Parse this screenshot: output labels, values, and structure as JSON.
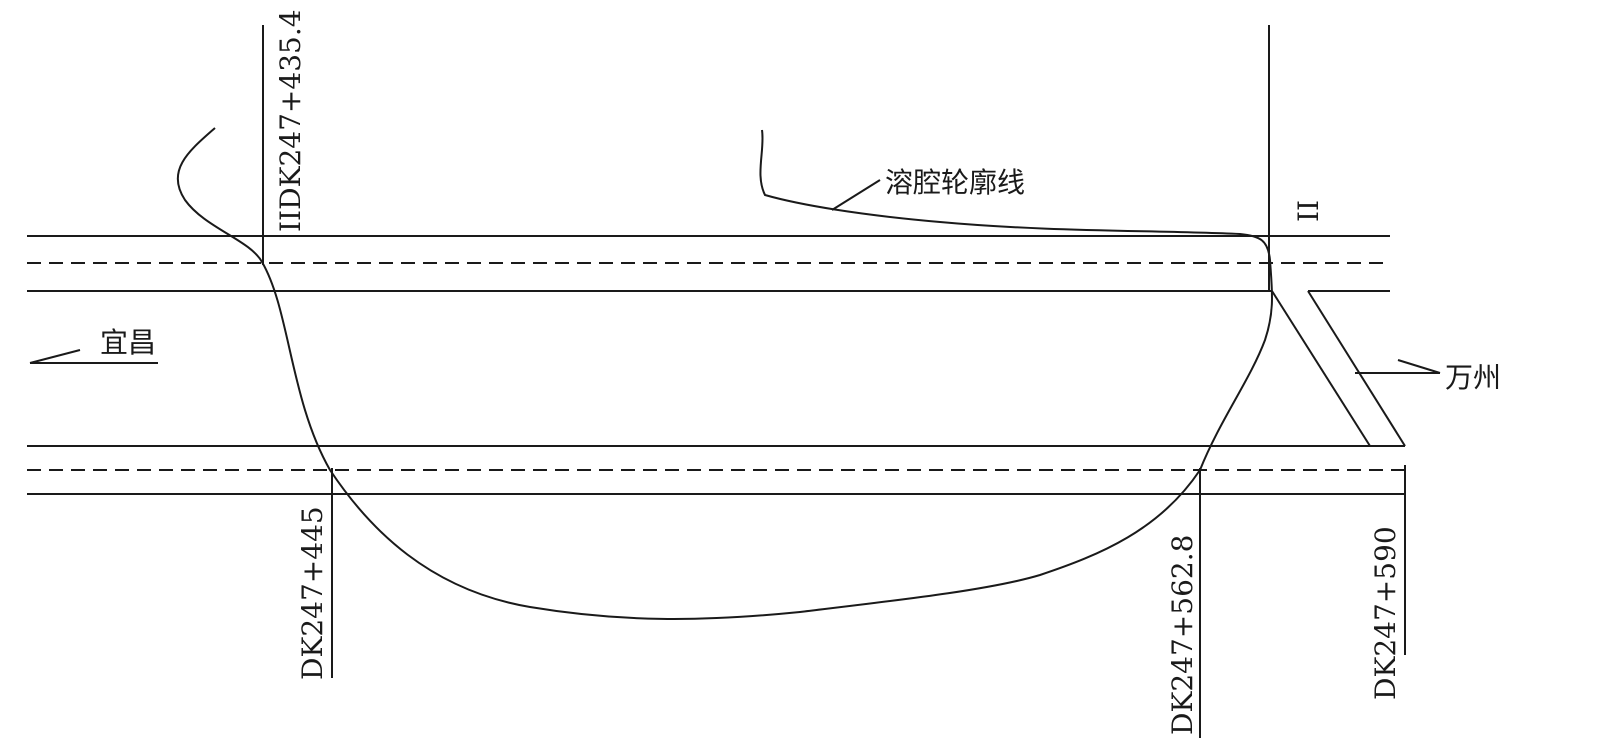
{
  "labels": {
    "station_top_left": "IIDK247+435.4",
    "station_445": "DK247+445",
    "station_562": "DK247+562.8",
    "station_590": "DK247+590",
    "section_mark_right": "II",
    "cavity_outline": "溶腔轮廓线",
    "direction_left": "宜昌",
    "direction_right": "万州"
  },
  "colors": {
    "line": "#1a1a1a",
    "background": "#ffffff"
  }
}
